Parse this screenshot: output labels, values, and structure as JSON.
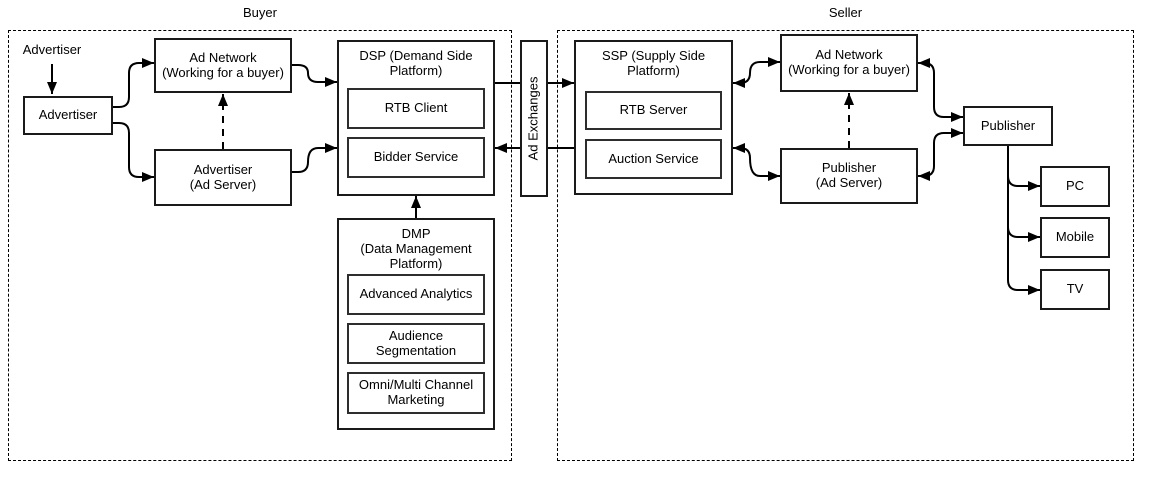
{
  "regions": {
    "buyer": {
      "label": "Buyer"
    },
    "seller": {
      "label": "Seller"
    }
  },
  "nodes": {
    "advertiser_caption": {
      "label": "Advertiser"
    },
    "advertiser": {
      "label": "Advertiser"
    },
    "ad_network_buyer": {
      "title": "Ad Network",
      "subtitle": "(Working for a buyer)"
    },
    "advertiser_ad_server": {
      "title": "Advertiser",
      "subtitle": "(Ad Server)"
    },
    "dsp": {
      "title": "DSP",
      "subtitle": "(Demand Side Platform)",
      "rtb_client": {
        "label": "RTB Client"
      },
      "bidder_service": {
        "label": "Bidder Service"
      }
    },
    "ad_exchanges": {
      "label": "Ad Exchanges"
    },
    "dmp": {
      "title": "DMP",
      "subtitle": "(Data Management Platform)",
      "advanced_analytics": {
        "label": "Advanced Analytics"
      },
      "audience_segmentation": {
        "label": "Audience Segmentation"
      },
      "omni_channel": {
        "label": "Omni/Multi Channel Marketing"
      }
    },
    "ssp": {
      "title": "SSP",
      "subtitle": "(Supply Side Platform)",
      "rtb_server": {
        "label": "RTB Server"
      },
      "auction_service": {
        "label": "Auction Service"
      }
    },
    "ad_network_seller": {
      "title": "Ad Network",
      "subtitle": "(Working for a buyer)"
    },
    "publisher_ad_server": {
      "title": "Publisher",
      "subtitle": "(Ad Server)"
    },
    "publisher": {
      "label": "Publisher"
    },
    "pc": {
      "label": "PC"
    },
    "mobile": {
      "label": "Mobile"
    },
    "tv": {
      "label": "TV"
    }
  },
  "colors": {
    "background": "#ffffff",
    "node_border": "#1a1a1a",
    "inner_node_border": "#2d2d2d",
    "connector": "#000000",
    "text": "#000000"
  }
}
